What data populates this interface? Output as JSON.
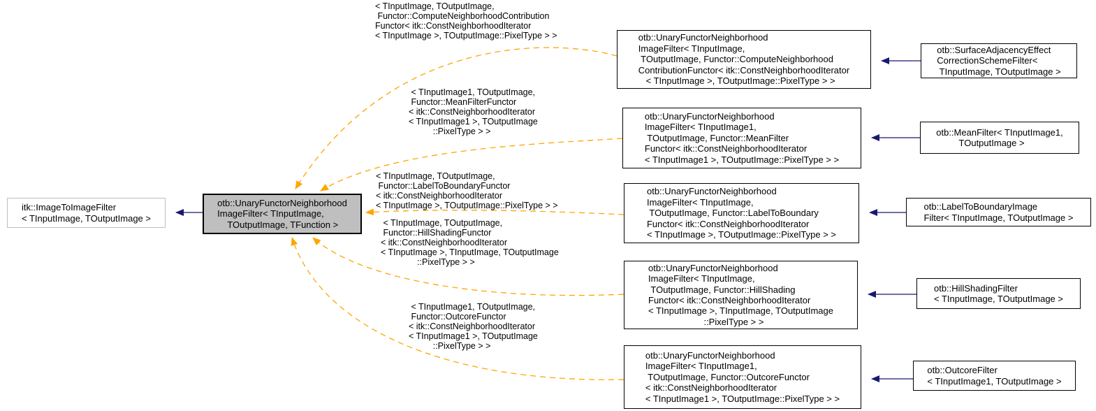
{
  "diagram": {
    "kind": "doxygen-template-inheritance-graph",
    "colors": {
      "template_instance_edge": "#ffa500",
      "inheritance_edge": "#191970",
      "current_node_fill": "#bfbfbf",
      "external_node_border": "#bdbdbd",
      "node_border": "#000000",
      "text": "#000000",
      "background": "#ffffff"
    },
    "nodes": {
      "base": {
        "label": "itk::ImageToImageFilter\n< TInputImage, TOutputImage >"
      },
      "center": {
        "label": "otb::UnaryFunctorNeighborhood\nImageFilter< TInputImage,\n    TOutputImage, TFunction >"
      },
      "instances": [
        {
          "label": "otb::UnaryFunctorNeighborhood\nImageFilter< TInputImage,\n TOutputImage, Functor::ComputeNeighborhood\nContributionFunctor< itk::ConstNeighborhoodIterator\n   < TInputImage >, TOutputImage::PixelType > >"
        },
        {
          "label": "otb::UnaryFunctorNeighborhood\nImageFilter< TInputImage1,\n TOutputImage, Functor::MeanFilter\nFunctor< itk::ConstNeighborhoodIterator\n< TInputImage1 >, TOutputImage::PixelType > >"
        },
        {
          "label": "otb::UnaryFunctorNeighborhood\nImageFilter< TInputImage,\n TOutputImage, Functor::LabelToBoundary\nFunctor< itk::ConstNeighborhoodIterator\n< TInputImage >, TOutputImage::PixelType > >"
        },
        {
          "label": "otb::UnaryFunctorNeighborhood\nImageFilter< TInputImage,\n TOutputImage, Functor::HillShading\nFunctor< itk::ConstNeighborhoodIterator\n< TInputImage >, TInputImage, TOutputImage\n                      ::PixelType > >"
        },
        {
          "label": "otb::UnaryFunctorNeighborhood\nImageFilter< TInputImage1,\n TOutputImage, Functor::OutcoreFunctor\n< itk::ConstNeighborhoodIterator\n< TInputImage1 >, TOutputImage::PixelType > >"
        }
      ],
      "derived": [
        {
          "label": "otb::SurfaceAdjacencyEffect\nCorrectionSchemeFilter<\n TInputImage, TOutputImage >"
        },
        {
          "label": "otb::MeanFilter< TInputImage1,\n         TOutputImage >"
        },
        {
          "label": "otb::LabelToBoundaryImage\nFilter< TInputImage, TOutputImage >"
        },
        {
          "label": "otb::HillShadingFilter\n< TInputImage, TOutputImage >"
        },
        {
          "label": "otb::OutcoreFilter\n< TInputImage1, TOutputImage >"
        }
      ]
    },
    "edge_labels": [
      {
        "label": "< TInputImage, TOutputImage,\n Functor::ComputeNeighborhoodContribution\nFunctor< itk::ConstNeighborhoodIterator\n< TInputImage >, TOutputImage::PixelType > >"
      },
      {
        "label": " < TInputImage1, TOutputImage,\n Functor::MeanFilterFunctor\n< itk::ConstNeighborhoodIterator\n< TInputImage1 >, TOutputImage\n          ::PixelType > >"
      },
      {
        "label": "< TInputImage, TOutputImage,\n Functor::LabelToBoundaryFunctor\n< itk::ConstNeighborhoodIterator\n< TInputImage >, TOutputImage::PixelType > >"
      },
      {
        "label": " < TInputImage, TOutputImage,\n Functor::HillShadingFunctor\n< itk::ConstNeighborhoodIterator\n< TInputImage >, TInputImage, TOutputImage\n               ::PixelType > >"
      },
      {
        "label": " < TInputImage1, TOutputImage,\n Functor::OutcoreFunctor\n< itk::ConstNeighborhoodIterator\n< TInputImage1 >, TOutputImage\n          ::PixelType > >"
      }
    ]
  }
}
